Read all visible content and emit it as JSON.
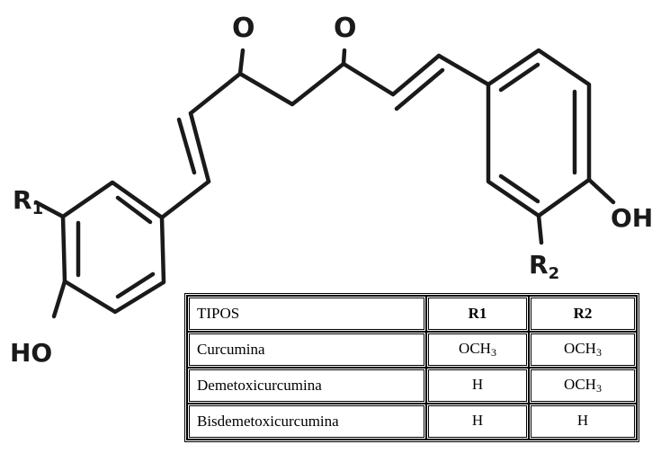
{
  "molecule": {
    "atoms": {
      "o_left": "O",
      "o_right": "O",
      "r1_base": "R",
      "r1_sub": "1",
      "r2_base": "R",
      "r2_sub": "2",
      "oh_right": "OH",
      "ho_left": "HO"
    }
  },
  "table": {
    "headers": [
      "TIPOS",
      "R1",
      "R2"
    ],
    "rows": [
      {
        "name": "Curcumina",
        "r1": {
          "base": "OCH",
          "sub": "3"
        },
        "r2": {
          "base": "OCH",
          "sub": "3"
        }
      },
      {
        "name": "Demetoxicurcumina",
        "r1": {
          "base": "H",
          "sub": ""
        },
        "r2": {
          "base": "OCH",
          "sub": "3"
        }
      },
      {
        "name": "Bisdemetoxicurcumina",
        "r1": {
          "base": "H",
          "sub": ""
        },
        "r2": {
          "base": "H",
          "sub": ""
        }
      }
    ]
  }
}
